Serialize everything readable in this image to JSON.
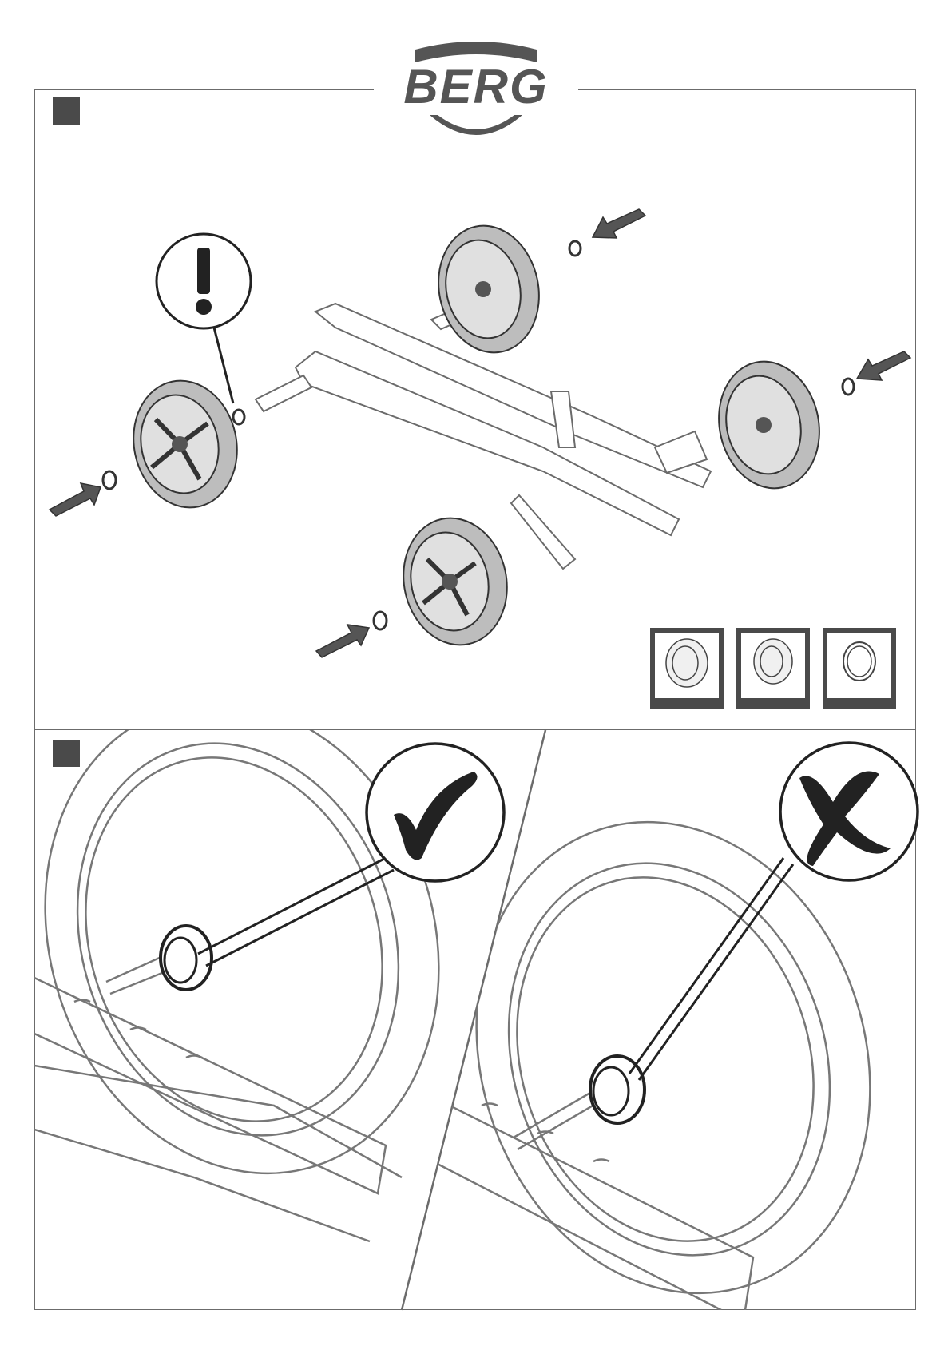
{
  "brand": {
    "logo_text": "BERG"
  },
  "steps": [
    {
      "id": "step-1"
    },
    {
      "id": "step-2"
    }
  ],
  "parts_thumbnails": [
    {
      "icon": "wheel-large-icon"
    },
    {
      "icon": "wheel-small-icon"
    },
    {
      "icon": "cap-ring-icon"
    }
  ],
  "symbols": {
    "warning": "exclamation-icon",
    "correct": "checkmark-icon",
    "incorrect": "cross-icon"
  },
  "colors": {
    "frame": "#6b6b6b",
    "marker": "#4a4a4a",
    "tyre_fill": "#bdbdbd",
    "ink": "#2b2b2b"
  }
}
